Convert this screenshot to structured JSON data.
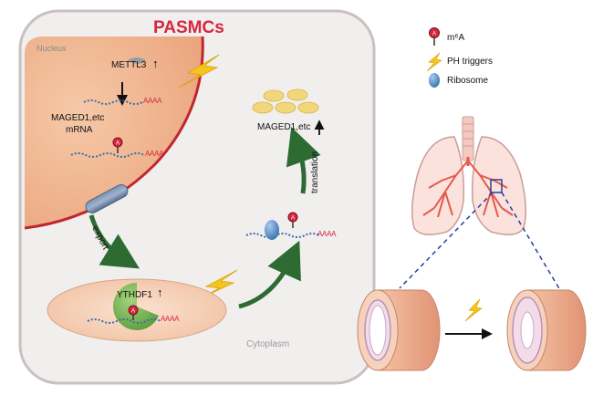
{
  "cell": {
    "title": "PASMCs",
    "nucleus_label": "Nucleus",
    "cytoplasm_label": "Cytoplasm"
  },
  "nucleus": {
    "mettl3": "METTL3",
    "mettl3_arrow": "↑",
    "maged1_mrna_line1": "MAGED1,etc",
    "maged1_mrna_line2": "mRNA",
    "polyA": "AAAA"
  },
  "flow": {
    "export_label": "export",
    "translation_label": "translation"
  },
  "cytoplasm": {
    "ythdf1": "YTHDF1",
    "ythdf1_arrow": "↑",
    "maged1_protein": "MAGED1,etc",
    "maged1_arrow": "↑",
    "polyA": "AAAA"
  },
  "legend": {
    "items": [
      {
        "icon": "m6a-marker-icon",
        "label": "m⁶A"
      },
      {
        "icon": "lightning-icon",
        "label": "PH triggers"
      },
      {
        "icon": "ribosome-icon",
        "label": "Ribosome"
      }
    ]
  },
  "m6a_letter": "A",
  "colors": {
    "cell_border": "#c9c1c1",
    "cell_fill": "#f1eeee",
    "nucleus_fill": "#f0b894",
    "nucleus_border": "#c0272d",
    "title": "#d7263d",
    "arrow_green": "#2e6b33",
    "lightning": "#f5c51c",
    "ribosome": "#5b95c8",
    "ythdf1": "#7cb95a",
    "protein": "#f2d77a",
    "vessel": "#e8a98a"
  }
}
